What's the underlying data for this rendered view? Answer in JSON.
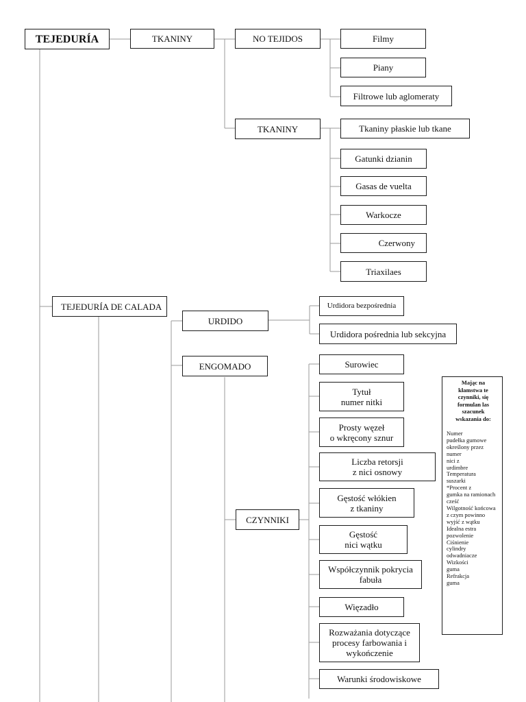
{
  "diagram": {
    "root": "TEJEDURÍA",
    "tkaniny_top": "TKANINY",
    "no_tejidos": "NO TEJIDOS",
    "no_tejidos_items": [
      "Filmy",
      "Piany",
      "Filtrowe lub aglomeraty"
    ],
    "tkaniny": "TKANINY",
    "tkaniny_items": [
      "Tkaniny płaskie lub tkane",
      "Gatunki dzianin",
      "Gasas de vuelta",
      "Warkocze",
      "Czerwony",
      "Triaxilaes"
    ],
    "calada": "TEJEDURÍA DE CALADA",
    "urdido": "URDIDO",
    "urdido_items": [
      "Urdidora bezpośrednia",
      "Urdidora pośrednia lub sekcyjna"
    ],
    "engomado": "ENGOMADO",
    "czynniki": "CZYNNIKI",
    "czynniki_items": [
      "Surowiec",
      "Tytuł\nnumer nitki",
      "Prosty węzeł\no wkręcony sznur",
      "Liczba retorsji\nz nici osnowy",
      "Gęstość włókien\nz tkaniny",
      "Gęstość\nnici wątku",
      "Współczynnik pokrycia\nfabuła",
      "Więzadło",
      "Rozważania dotyczące\nprocesy farbowania i\nwykończenie",
      "Warunki środowiskowe"
    ],
    "note": {
      "heading": "Mając na\nkłamstwa te\nczynniki, się\nformulan las\nszacunek\nwskazania do:",
      "lines": [
        "Numer",
        "pudełka gumowe",
        "określony przez",
        "numer",
        "nici z",
        "urdimbre",
        "Temperatura",
        "suszarki",
        "*Procent z",
        "gumka na ramionach",
        "cześć",
        "Wilgotność końcowa",
        "z czym powinno",
        "wyjść z wątku",
        "Idealna estra",
        "pozwolenie",
        "Ciśnienie",
        "cylindry",
        "odwadniacze",
        "Wizkości",
        "guma",
        "Refrakcja",
        "guma"
      ]
    },
    "colors": {
      "line": "#9a9a9a",
      "border": "#1a1a1a"
    }
  }
}
